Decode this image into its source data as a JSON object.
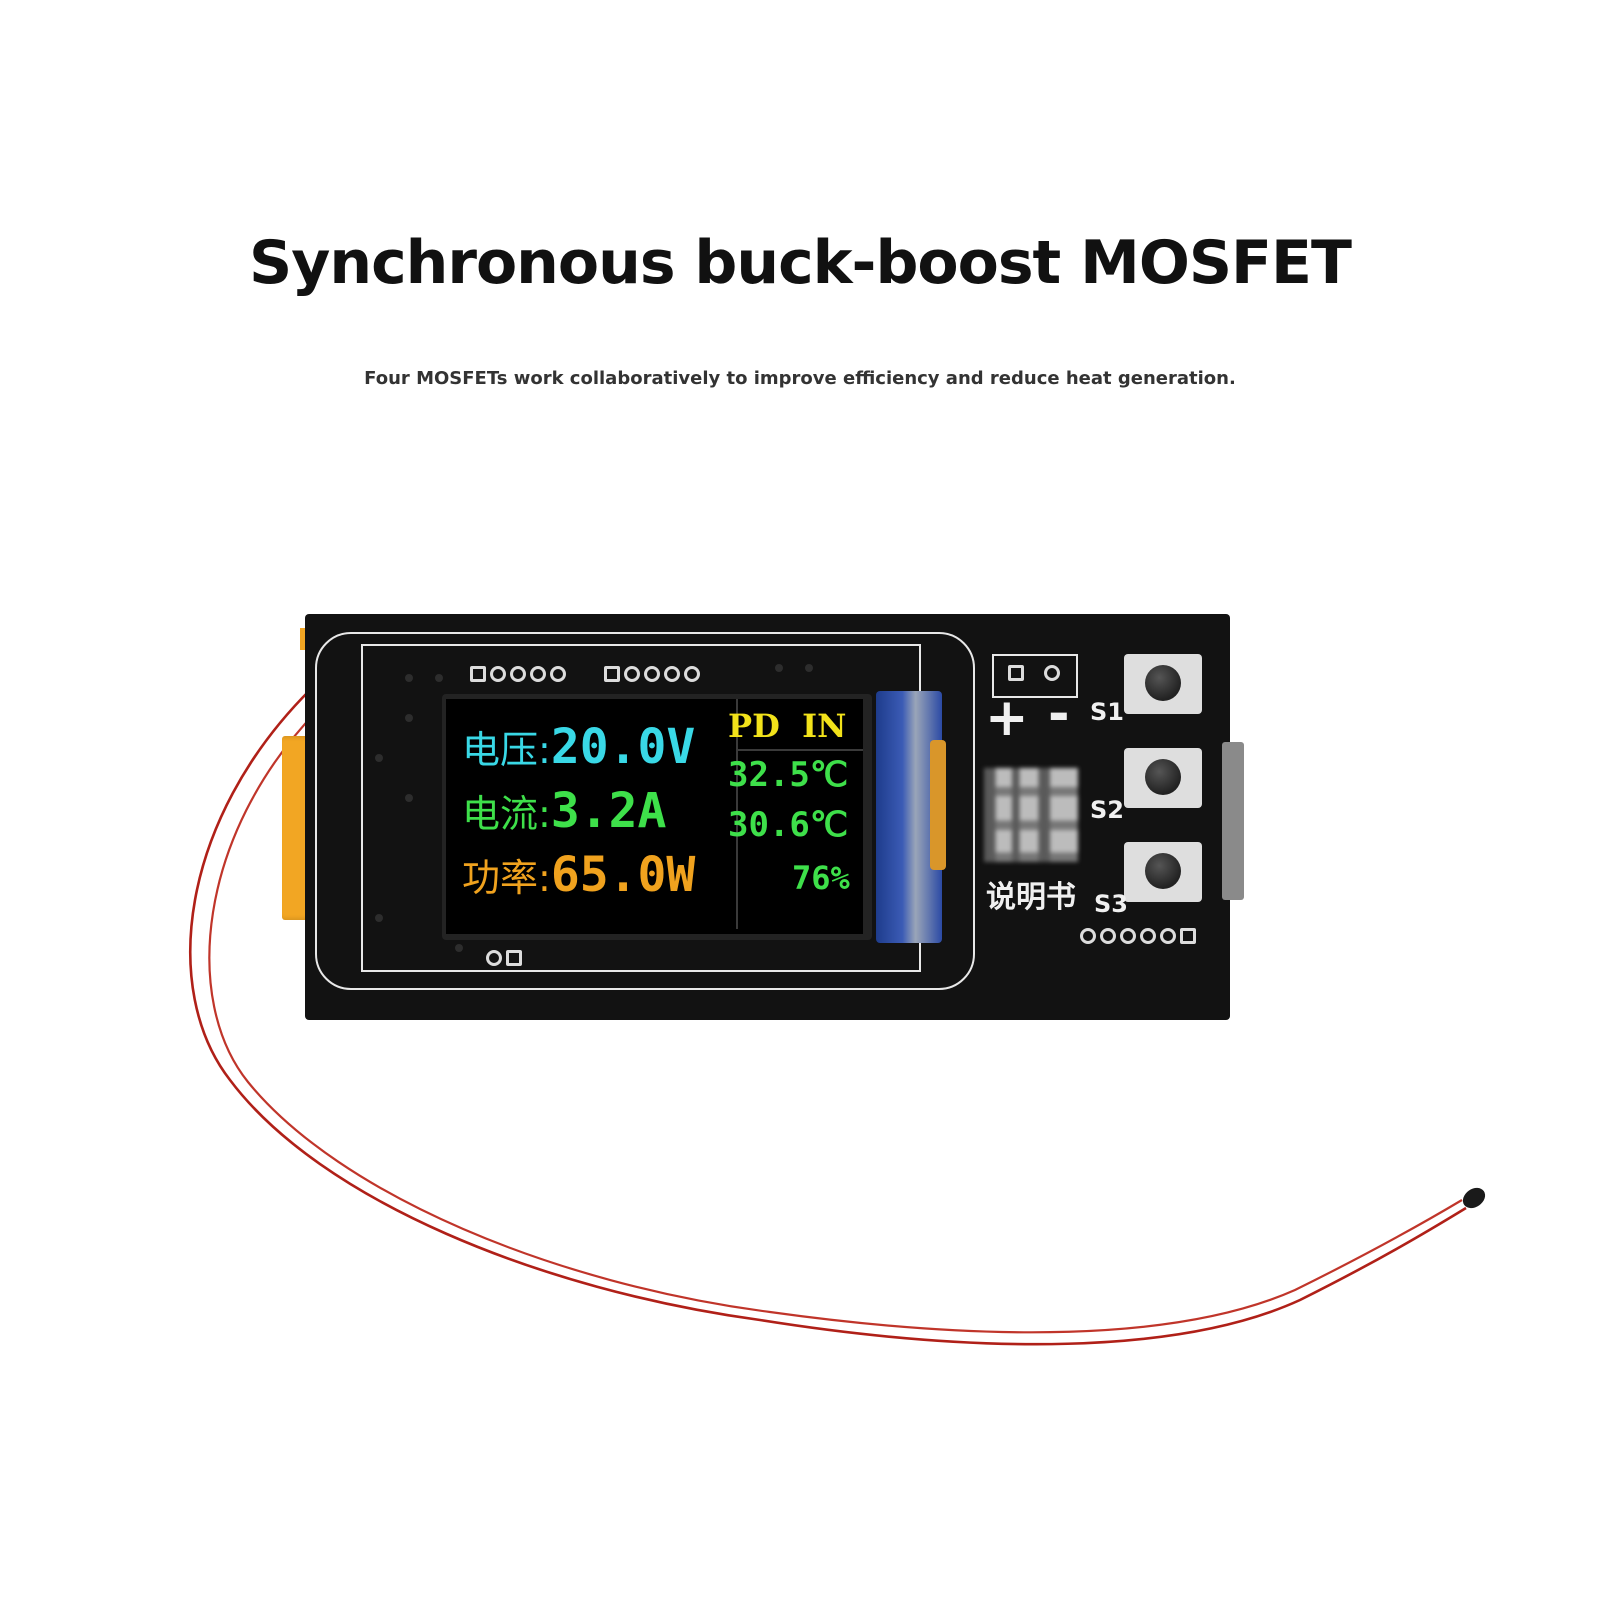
{
  "header": {
    "title": "Synchronous buck-boost MOSFET",
    "subtitle": "Four MOSFETs work collaboratively to improve efficiency and reduce heat generation."
  },
  "display": {
    "rows": [
      {
        "label": "电压:",
        "value": "20.0V",
        "color": "#39d8e6"
      },
      {
        "label": "电流:",
        "value": "3.2A",
        "color": "#3ee04a"
      },
      {
        "label": "功率:",
        "value": "65.0W",
        "color": "#f0a21e"
      }
    ],
    "mode": "PD  IN",
    "mode_color": "#f2e21a",
    "temp1": "32.5℃",
    "temp2": "30.6℃",
    "temp_color": "#3ee04a",
    "percent": "76%"
  },
  "board": {
    "plus": "+",
    "minus": "-",
    "buttons": [
      "S1",
      "S2",
      "S3"
    ],
    "manual_label": "说明书",
    "qr_icon": "qr-code-icon"
  },
  "colors": {
    "board": "#121212",
    "silkscreen": "#e8e8e8",
    "wire": "#b02018",
    "tape": "#f2a623"
  }
}
